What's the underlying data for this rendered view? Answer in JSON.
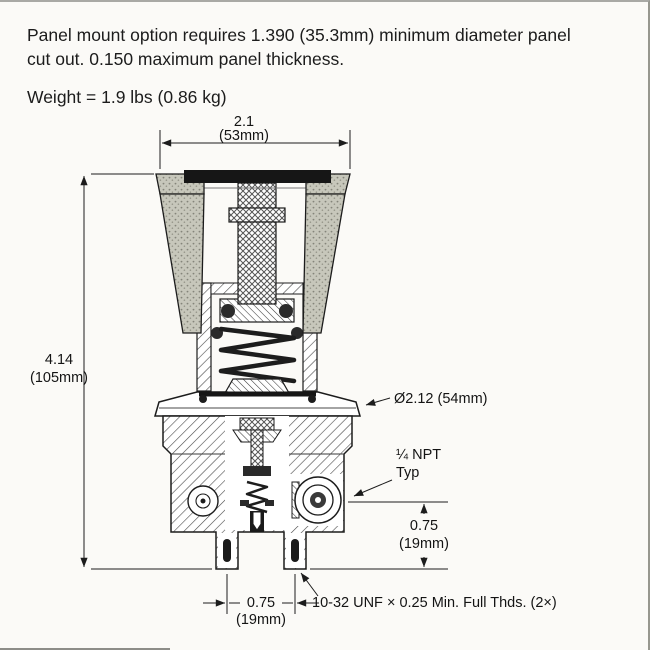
{
  "page": {
    "background": "#fbfaf7",
    "ink": "#1c1c1c",
    "knob_fill": "#c7c7bb"
  },
  "notes": {
    "panel_mount": "Panel mount option requires 1.390 (35.3mm) minimum diameter panel cut out. 0.150 maximum panel thickness.",
    "weight": "Weight = 1.9 lbs (0.86 kg)"
  },
  "dimensions": {
    "top_width_in": "2.1",
    "top_width_mm": "(53mm)",
    "height_in": "4.14",
    "height_mm": "(105mm)",
    "flange_diameter": "Ø2.12 (54mm)",
    "port_thread_line1": "¼ NPT",
    "port_thread_line2": "Typ",
    "port_height_in": "0.75",
    "port_height_mm": "(19mm)",
    "hole_spacing_in": "0.75",
    "hole_spacing_mm": "(19mm)",
    "mount_thread_note": "10-32 UNF × 0.25 Min. Full Thds. (2×)"
  }
}
